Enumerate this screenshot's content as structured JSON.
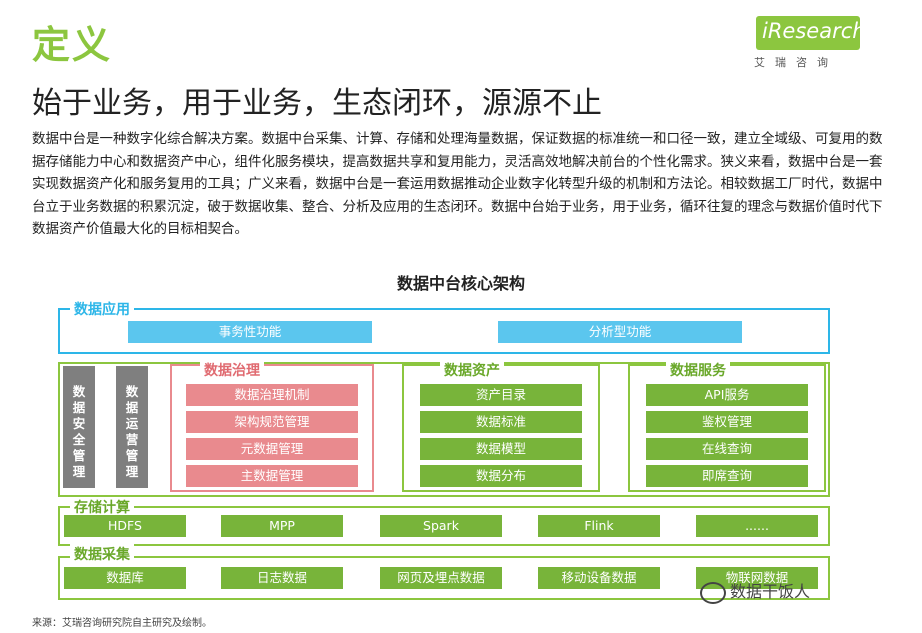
{
  "header": {
    "heading": "定义",
    "subheading": "始于业务，用于业务，生态闭环，源源不止",
    "logo_text": "iResearch",
    "logo_sub": "艾瑞咨询"
  },
  "body_text": "数据中台是一种数字化综合解决方案。数据中台采集、计算、存储和处理海量数据，保证数据的标准统一和口径一致，建立全域级、可复用的数据存储能力中心和数据资产中心，组件化服务模块，提高数据共享和复用能力，灵活高效地解决前台的个性化需求。狭义来看，数据中台是一套实现数据资产化和服务复用的工具；广义来看，数据中台是一套运用数据推动企业数字化转型升级的机制和方法论。相较数据工厂时代，数据中台立于业务数据的积累沉淀，破于数据收集、整合、分析及应用的生态闭环。数据中台始于业务，用于业务，循环往复的理念与数据价值时代下数据资产价值最大化的目标相契合。",
  "diagram": {
    "title": "数据中台核心架构",
    "application": {
      "title": "数据应用",
      "items": [
        "事务性功能",
        "分析型功能"
      ]
    },
    "side_columns": [
      "数据安全管理",
      "数据运营管理"
    ],
    "governance": {
      "title": "数据治理",
      "items": [
        "数据治理机制",
        "架构规范管理",
        "元数据管理",
        "主数据管理"
      ]
    },
    "assets": {
      "title": "数据资产",
      "items": [
        "资产目录",
        "数据标准",
        "数据模型",
        "数据分布"
      ]
    },
    "services": {
      "title": "数据服务",
      "items": [
        "API服务",
        "鉴权管理",
        "在线查询",
        "即席查询"
      ]
    },
    "storage": {
      "title": "存储计算",
      "items": [
        "HDFS",
        "MPP",
        "Spark",
        "Flink",
        "......"
      ]
    },
    "collection": {
      "title": "数据采集",
      "items": [
        "数据库",
        "日志数据",
        "网页及埋点数据",
        "移动设备数据",
        "物联网数据"
      ]
    }
  },
  "source": "来源：艾瑞咨询研究院自主研究及绘制。",
  "watermark": "数据干饭人",
  "colors": {
    "accent_green": "#8cc63f",
    "bar_green": "#78b43a",
    "blue": "#2db6e8",
    "pink": "#e98a8e",
    "gray": "#7f7f7f"
  }
}
